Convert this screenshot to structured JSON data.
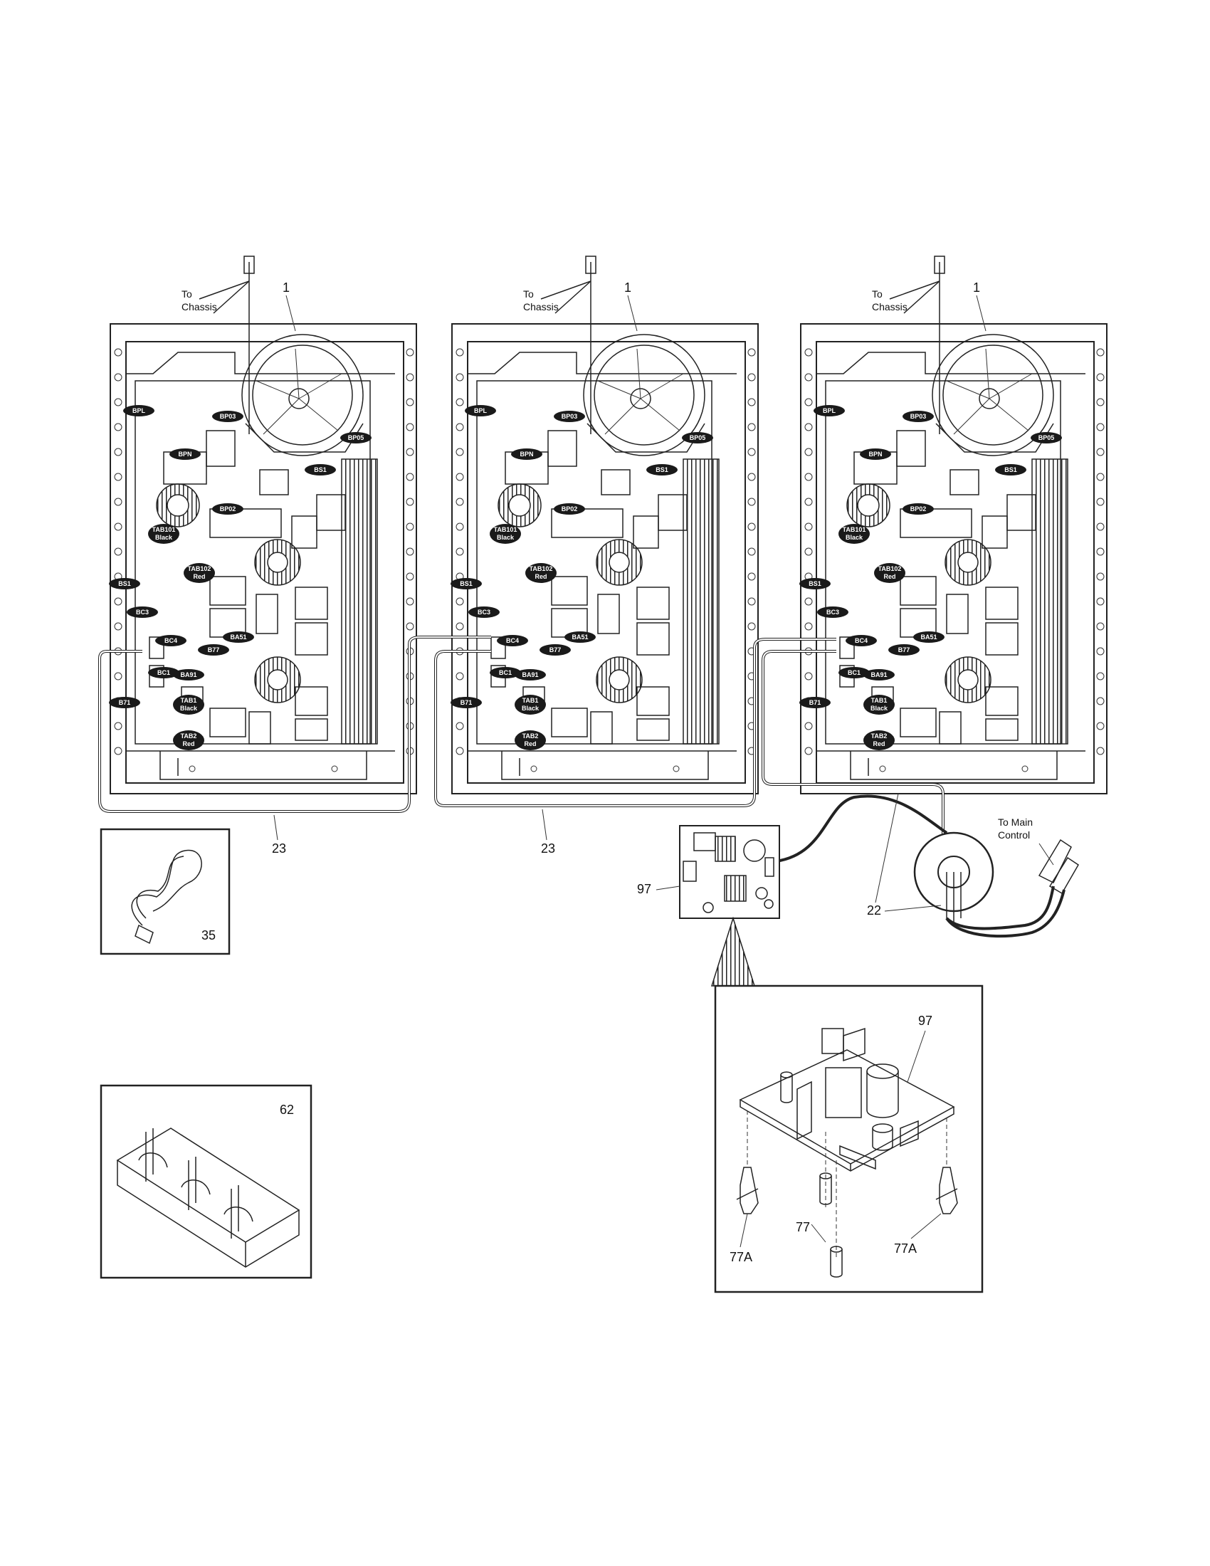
{
  "boards": [
    {
      "chassis_label_line1": "To",
      "chassis_label_line2": "Chassis",
      "fan_ref": "1",
      "tags": [
        "BPL",
        "BPN",
        "BP03",
        "BP05",
        "BS1",
        "BP02",
        "TAB101",
        "Black",
        "TAB102",
        "Red",
        "BS1",
        "BC3",
        "BC4",
        "BA51",
        "B77",
        "BC1",
        "BA91",
        "B71",
        "TAB1",
        "Black",
        "TAB2",
        "Red"
      ]
    },
    {
      "chassis_label_line1": "To",
      "chassis_label_line2": "Chassis",
      "fan_ref": "1",
      "tags": [
        "BPL",
        "BPN",
        "BP03",
        "BP05",
        "BS1",
        "BP02",
        "TAB101",
        "Black",
        "TAB102",
        "Red",
        "BS1",
        "BC3",
        "BC4",
        "BA51",
        "B77",
        "BC1",
        "BA91",
        "B71",
        "TAB1",
        "Black",
        "TAB2",
        "Red"
      ]
    },
    {
      "chassis_label_line1": "To",
      "chassis_label_line2": "Chassis",
      "fan_ref": "1",
      "tags": [
        "BPL",
        "BPN",
        "BP03",
        "BP05",
        "BS1",
        "BP02",
        "TAB101",
        "Black",
        "TAB102",
        "Red",
        "BS1",
        "BC3",
        "BC4",
        "BA51",
        "B77",
        "BC1",
        "BA91",
        "B71",
        "TAB1",
        "Black",
        "TAB2",
        "Red"
      ]
    }
  ],
  "callouts": {
    "harness_left": "23",
    "harness_middle": "23",
    "wire_clip": "35",
    "harness_right": "22",
    "filter_board": "97",
    "main_control_line1": "To Main",
    "main_control_line2": "Control",
    "wire_holder": "62",
    "detail_board": "97",
    "standoff_left": "77A",
    "spacer": "77",
    "standoff_right": "77A"
  }
}
